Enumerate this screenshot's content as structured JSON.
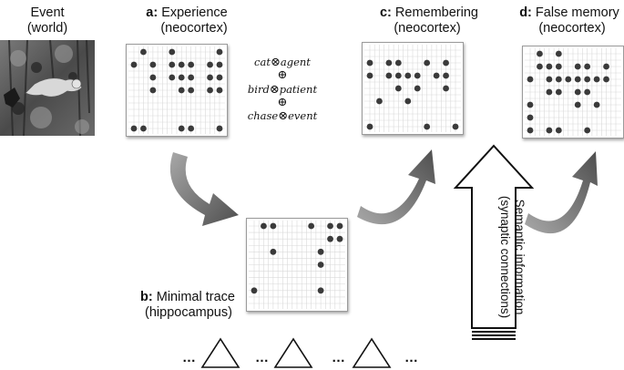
{
  "event": {
    "line1": "Event",
    "line2": "(world)"
  },
  "panels": [
    {
      "letter": "a:",
      "title": "Experience",
      "sub": "(neocortex)",
      "dots": [
        [
          0,
          1
        ],
        [
          0,
          4
        ],
        [
          0,
          9
        ],
        [
          1,
          0
        ],
        [
          1,
          2
        ],
        [
          1,
          4
        ],
        [
          1,
          5
        ],
        [
          1,
          6
        ],
        [
          1,
          8
        ],
        [
          1,
          9
        ],
        [
          2,
          2
        ],
        [
          2,
          4
        ],
        [
          2,
          5
        ],
        [
          2,
          6
        ],
        [
          2,
          8
        ],
        [
          2,
          9
        ],
        [
          3,
          2
        ],
        [
          3,
          5
        ],
        [
          3,
          6
        ],
        [
          3,
          8
        ],
        [
          3,
          9
        ],
        [
          6,
          0
        ],
        [
          6,
          1
        ],
        [
          6,
          5
        ],
        [
          6,
          6
        ],
        [
          6,
          9
        ]
      ]
    },
    {
      "letter": "c:",
      "title": "Remembering",
      "sub": "(neocortex)",
      "dots": [
        [
          1,
          0
        ],
        [
          1,
          2
        ],
        [
          1,
          3
        ],
        [
          1,
          6
        ],
        [
          1,
          8
        ],
        [
          2,
          0
        ],
        [
          2,
          2
        ],
        [
          2,
          3
        ],
        [
          2,
          4
        ],
        [
          2,
          5
        ],
        [
          2,
          7
        ],
        [
          2,
          8
        ],
        [
          3,
          3
        ],
        [
          3,
          5
        ],
        [
          3,
          8
        ],
        [
          4,
          1
        ],
        [
          4,
          4
        ],
        [
          6,
          0
        ],
        [
          6,
          6
        ],
        [
          6,
          9
        ]
      ]
    },
    {
      "letter": "d:",
      "title": "False memory",
      "sub": "(neocortex)",
      "dots": [
        [
          0,
          1
        ],
        [
          0,
          3
        ],
        [
          1,
          1
        ],
        [
          1,
          2
        ],
        [
          1,
          3
        ],
        [
          1,
          5
        ],
        [
          1,
          6
        ],
        [
          1,
          8
        ],
        [
          2,
          0
        ],
        [
          2,
          2
        ],
        [
          2,
          3
        ],
        [
          2,
          4
        ],
        [
          2,
          5
        ],
        [
          2,
          6
        ],
        [
          2,
          7
        ],
        [
          2,
          8
        ],
        [
          3,
          2
        ],
        [
          3,
          3
        ],
        [
          3,
          5
        ],
        [
          3,
          6
        ],
        [
          4,
          0
        ],
        [
          4,
          5
        ],
        [
          4,
          7
        ],
        [
          5,
          0
        ],
        [
          6,
          0
        ],
        [
          6,
          2
        ],
        [
          6,
          3
        ],
        [
          6,
          6
        ]
      ]
    },
    {
      "letter": "b:",
      "title": "Minimal trace",
      "sub": "(hippocampus)",
      "dots": [
        [
          0,
          1
        ],
        [
          0,
          2
        ],
        [
          0,
          6
        ],
        [
          0,
          8
        ],
        [
          0,
          9
        ],
        [
          1,
          8
        ],
        [
          1,
          9
        ],
        [
          2,
          2
        ],
        [
          2,
          7
        ],
        [
          3,
          7
        ],
        [
          5,
          0
        ],
        [
          5,
          7
        ]
      ]
    }
  ],
  "binding": {
    "t1": "cat",
    "t2": "agent",
    "t3": "bird",
    "t4": "patient",
    "t5": "chase",
    "t6": "event",
    "op": "⊗",
    "plus": "⊕"
  },
  "semantic": {
    "line1": "Semantic information",
    "line2": "(synaptic connections)"
  },
  "ellipsis": "…"
}
